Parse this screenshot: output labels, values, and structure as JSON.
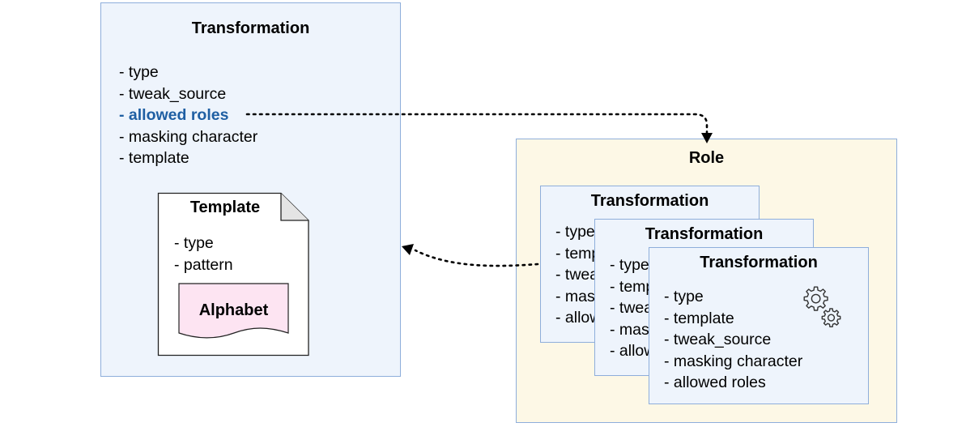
{
  "transformation": {
    "title": "Transformation",
    "fields": [
      "- type",
      "- tweak_source",
      "- allowed roles",
      "- masking character",
      "- template"
    ]
  },
  "template": {
    "title": "Template",
    "fields": [
      "- type",
      "- pattern"
    ],
    "alphabet": "Alphabet"
  },
  "role": {
    "title": "Role",
    "cards": [
      {
        "title": "Transformation",
        "fields": [
          "- type",
          "- template",
          "- tweak_source",
          "- masking character",
          "- allowed roles"
        ]
      },
      {
        "title": "Transformation",
        "fields": [
          "- type",
          "- template",
          "- tweak_source",
          "- masking character",
          "- allowed roles"
        ]
      },
      {
        "title": "Transformation",
        "fields": [
          "- type",
          "- template",
          "- tweak_source",
          "- masking character",
          "- allowed roles"
        ]
      }
    ]
  },
  "colors": {
    "box_fill": "#eef4fc",
    "box_border": "#8eaedb",
    "role_fill": "#fdf8e6",
    "alphabet_fill": "#fde4f2",
    "highlight_text": "#1f5fa3"
  },
  "icons": [
    "gears-icon",
    "arrow-head-icon"
  ]
}
